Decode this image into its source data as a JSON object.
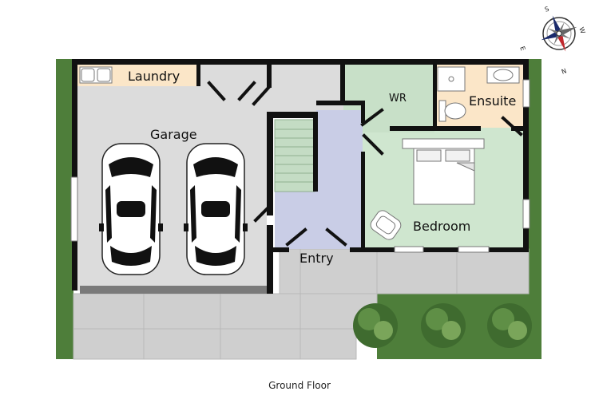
{
  "rooms": {
    "laundry": "Laundry",
    "garage": "Garage",
    "wr": "WR",
    "ensuite": "Ensuite",
    "bedroom": "Bedroom",
    "entry": "Entry"
  },
  "compass": {
    "north": "N",
    "south": "S",
    "east": "E",
    "west": "W"
  },
  "caption": "Ground Floor",
  "colors": {
    "garage": "#dcdcdc",
    "laundry": "#fbe6c8",
    "wr": "#c8e0c8",
    "ensuite": "#fbe6c8",
    "bedroom": "#cfe6cf",
    "stairs": "#c4dcc4",
    "entry": "#c9cde6",
    "wall": "#111111",
    "lawn": "#4e7e3a",
    "paving": "#cfcfcf"
  }
}
